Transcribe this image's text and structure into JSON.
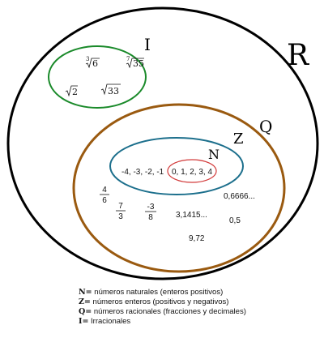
{
  "sets": {
    "R": {
      "label": "R",
      "color": "#000000"
    },
    "I": {
      "label": "I",
      "color": "#1a8a2a"
    },
    "Q": {
      "label": "Q",
      "color": "#9a5a10"
    },
    "Z": {
      "label": "Z",
      "color": "#1c6f8c"
    },
    "N": {
      "label": "N",
      "color": "#d23a3a"
    }
  },
  "irrationals": {
    "r1": {
      "index": "3",
      "radicand": "6"
    },
    "r2": {
      "index": "7",
      "radicand": "35"
    },
    "r3": {
      "radicand": "2"
    },
    "r4": {
      "radicand": "33"
    }
  },
  "integers_neg": "-4, -3, -2, -1",
  "naturals": "0, 1, 2, 3, 4",
  "rationals": {
    "f1": {
      "num": "4",
      "den": "6"
    },
    "f2": {
      "num": "7",
      "den": "3"
    },
    "f3": {
      "num": "-3",
      "den": "8"
    },
    "d1": "0,6666...",
    "d2": "3,1415...",
    "d3": "0,5",
    "d4": "9,72"
  },
  "legend": [
    {
      "key": "N=",
      "text": " números naturales (enteros positivos)"
    },
    {
      "key": "Z=",
      "text": " números enteros (positivos y negativos)"
    },
    {
      "key": "Q=",
      "text": " números racionales (fracciones y decimales)"
    },
    {
      "key": "I=",
      "text": " Irracionales"
    }
  ]
}
